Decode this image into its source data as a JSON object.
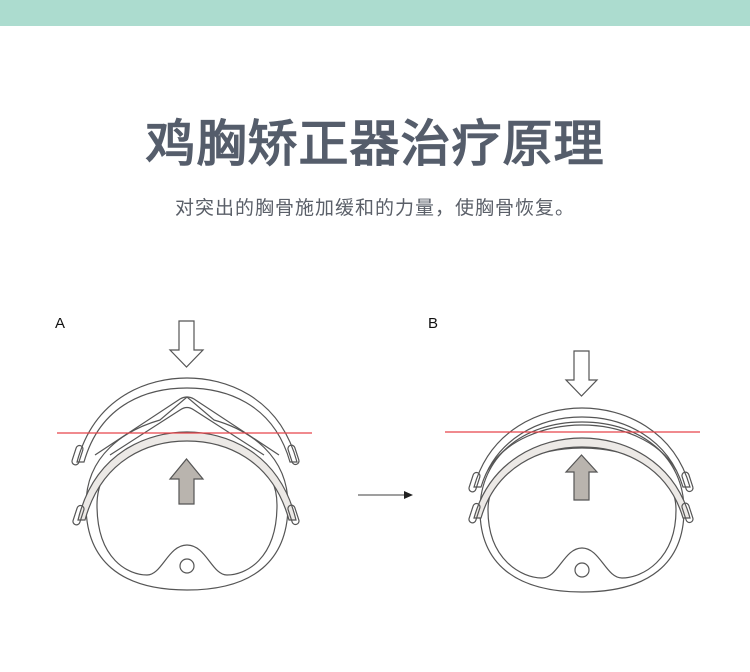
{
  "header": {
    "band_color": "#acdccf",
    "title": "鸡胸矫正器治疗原理",
    "subtitle": "对突出的胸骨施加缓和的力量，使胸骨恢复。"
  },
  "diagram": {
    "panels": [
      {
        "label": "A",
        "state": "before",
        "description": "protruding sternum with brace pressing down"
      },
      {
        "label": "B",
        "state": "after",
        "description": "flattened sternum aligned to reference line"
      }
    ],
    "transition_arrow": "right-arrow",
    "reference_line_color": "#e8454a",
    "push_arrow_color": "#b9b4ae",
    "outline_color": "#555555"
  }
}
